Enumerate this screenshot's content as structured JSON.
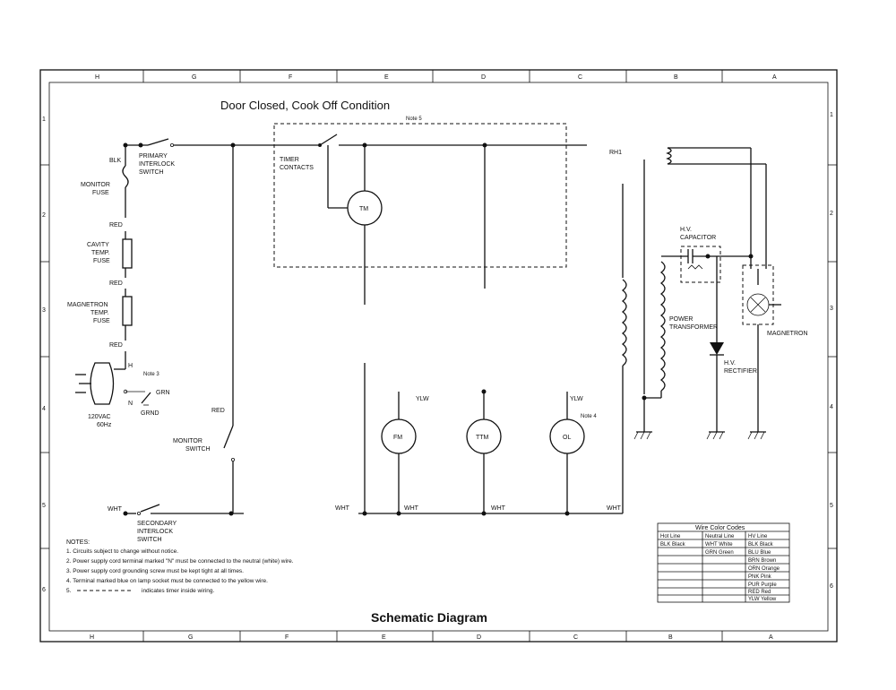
{
  "title": "Door Closed, Cook Off Condition",
  "footer_title": "Schematic Diagram",
  "top_grid": [
    "H",
    "G",
    "F",
    "E",
    "D",
    "C",
    "B",
    "A"
  ],
  "bottom_grid": [
    "H",
    "G",
    "F",
    "E",
    "D",
    "C",
    "B",
    "A"
  ],
  "side_grid": [
    "1",
    "2",
    "3",
    "4",
    "5",
    "6"
  ],
  "note5_label": "Note 5",
  "note3_label": "Note 3",
  "note4_label": "Note 4",
  "left": {
    "blk": "BLK",
    "primary_switch": [
      "PRIMARY",
      "INTERLOCK",
      "SWITCH"
    ],
    "monitor_fuse": [
      "MONITOR",
      "FUSE"
    ],
    "red1": "RED",
    "cavity_fuse": [
      "CAVITY",
      "TEMP.",
      "FUSE"
    ],
    "red2": "RED",
    "magnetron_fuse": [
      "MAGNETRON",
      "TEMP.",
      "FUSE"
    ],
    "red3": "RED",
    "h": "H",
    "n": "N",
    "grn": "GRN",
    "grnd": "GRND",
    "plug_rating": [
      "120VAC",
      "60Hz"
    ],
    "red4": "RED",
    "monitor_switch": [
      "MONITOR",
      "SWITCH"
    ],
    "wht": "WHT",
    "secondary_switch": [
      "SECONDARY",
      "INTERLOCK",
      "SWITCH"
    ]
  },
  "center": {
    "timer_contacts": [
      "TIMER",
      "CONTACTS"
    ],
    "tm": "TM",
    "fm": "FM",
    "ttm": "TTM",
    "ol": "OL",
    "ylw1": "YLW",
    "ylw2": "YLW",
    "wht_labels": [
      "WHT",
      "WHT",
      "WHT",
      "WHT"
    ]
  },
  "right": {
    "rh1": "RH1",
    "hv_capacitor": [
      "H.V.",
      "CAPACITOR"
    ],
    "power_transformer": [
      "POWER",
      "TRANSFORMER"
    ],
    "hv_rectifier": [
      "H.V.",
      "RECTIFIER"
    ],
    "magnetron": "MAGNETRON"
  },
  "notes": {
    "heading": "NOTES:",
    "items": [
      "1.  Circuits subject to change without notice.",
      "2.  Power supply cord terminal marked \"N\" must be connected to the neutral (white) wire.",
      "3.  Power supply cord grounding screw must be kept tight at all times.",
      "4.  Terminal marked blue on lamp socket must be connected to the yellow wire.",
      "5."
    ],
    "note5_tail": "indicates timer inside wiring."
  },
  "wire_codes": {
    "title": "Wire Color Codes",
    "rows": [
      [
        "Hot Line",
        "Neutral Line",
        "HV Line"
      ],
      [
        "BLK  Black",
        "WHT  White",
        "BLK  Black"
      ],
      [
        "",
        "GRN  Green",
        "BLU  Blue"
      ],
      [
        "",
        "",
        "BRN  Brown"
      ],
      [
        "",
        "",
        "ORN  Orange"
      ],
      [
        "",
        "",
        "PNK  Pink"
      ],
      [
        "",
        "",
        "PUR  Purple"
      ],
      [
        "",
        "",
        "RED  Red"
      ],
      [
        "",
        "",
        "YLW  Yellow"
      ]
    ]
  }
}
